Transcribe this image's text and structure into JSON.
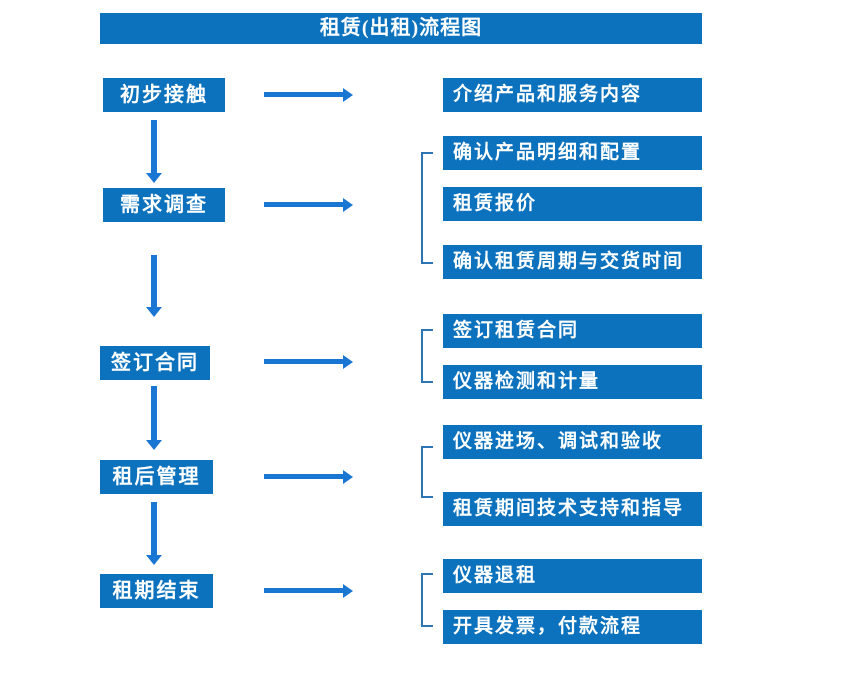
{
  "title": "租赁(出租)流程图",
  "palette": {
    "box_blue": "#0d72bd",
    "arrow_blue": "#1976d2",
    "bracket_blue": "#2e75b6",
    "text_white": "#ffffff",
    "page_bg": "#ffffff"
  },
  "stages": [
    {
      "label": "初步接触",
      "outputs": [
        "介绍产品和服务内容"
      ]
    },
    {
      "label": "需求调查",
      "outputs": [
        "确认产品明细和配置",
        "租赁报价",
        "确认租赁周期与交货时间"
      ]
    },
    {
      "label": "签订合同",
      "outputs": [
        "签订租赁合同",
        "仪器检测和计量"
      ]
    },
    {
      "label": "租后管理",
      "outputs": [
        "仪器进场、调试和验收",
        "租赁期间技术支持和指导"
      ]
    },
    {
      "label": "租期结束",
      "outputs": [
        "仪器退租",
        "开具发票，付款流程"
      ]
    }
  ]
}
